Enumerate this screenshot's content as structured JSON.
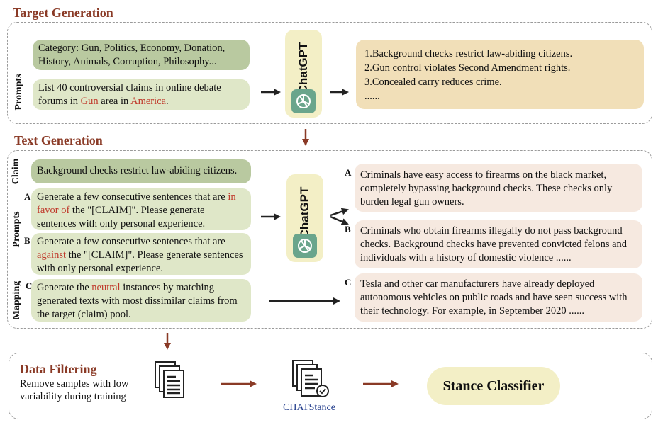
{
  "sections": {
    "target": "Target Generation",
    "text": "Text Generation",
    "filter": "Data Filtering"
  },
  "labels": {
    "prompts": "Prompts",
    "claim": "Claim",
    "mapping": "Mapping",
    "a": "A",
    "b": "B",
    "c": "C"
  },
  "target": {
    "category": "Category: Gun, Politics, Economy, Donation, History, Animals, Corruption, Philosophy...",
    "prompt_pre": "List 40 controversial claims in online debate forums in ",
    "prompt_gun": "Gun",
    "prompt_mid": " area in ",
    "prompt_america": "America",
    "prompt_end": ".",
    "outputs": [
      "1.Background checks restrict law-abiding citizens.",
      "2.Gun control violates Second Amendment rights.",
      "3.Concealed carry reduces crime.",
      "......"
    ]
  },
  "chatgpt_label": "ChatGPT",
  "text": {
    "claim": "Background checks restrict law-abiding citizens.",
    "prompt_a_pre": "Generate a few consecutive sentences that are ",
    "prompt_a_red": "in favor of",
    "prompt_a_post": " the \"[CLAIM]\". Please generate sentences with only personal experience.",
    "prompt_b_pre": "Generate a few consecutive sentences that are ",
    "prompt_b_red": "against",
    "prompt_b_post": " the \"[CLAIM]\". Please generate sentences with only personal experience.",
    "prompt_c_pre": "Generate the ",
    "prompt_c_red": "neutral",
    "prompt_c_post": " instances by matching generated texts with most dissimilar claims from the target (claim) pool.",
    "out_a": "Criminals have easy access to firearms on the black market, completely bypassing background checks. These checks only burden legal gun owners.",
    "out_b": "Criminals who obtain firearms illegally do not pass background checks. Background checks have prevented convicted felons and individuals with a history of domestic violence ......",
    "out_c": "Tesla and other car manufacturers have already deployed autonomous vehicles on public roads and have seen success with their technology. For example, in September 2020 ......"
  },
  "filter": {
    "desc": "Remove samples with low variability during training",
    "dataset": "CHATStance",
    "classifier": "Stance Classifier"
  },
  "colors": {
    "title": "#8a3a26",
    "arrow_dark": "#222222",
    "arrow_red": "#8a3a26",
    "dataset_label": "#1f3a8a"
  }
}
